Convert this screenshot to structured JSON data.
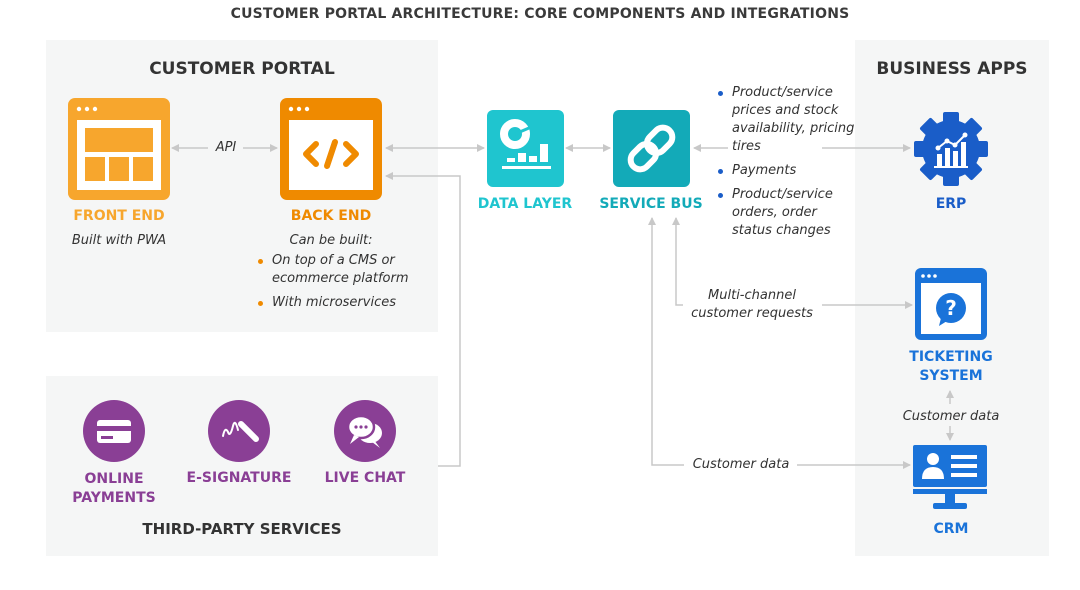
{
  "title": "CUSTOMER PORTAL ARCHITECTURE: CORE COMPONENTS AND INTEGRATIONS",
  "colors": {
    "front_end": "#f7a62d",
    "back_end": "#ef8a00",
    "data_layer": "#1fc5cf",
    "service_bus": "#13aab8",
    "business_apps": "#1a73d9",
    "third_party": "#8a3f95",
    "connector": "#c8c8c8"
  },
  "customer_portal": {
    "title": "CUSTOMER PORTAL",
    "api_label": "API",
    "front_end": {
      "icon": "web-layout-icon",
      "label": "FRONT END",
      "subtitle": "Built with PWA"
    },
    "back_end": {
      "icon": "code-window-icon",
      "label": "BACK END",
      "subtitle": "Can be built:",
      "bullets": [
        "On top of a CMS or ecommerce platform",
        "With microservices"
      ]
    }
  },
  "middle": {
    "data_layer": {
      "icon": "analytics-chart-icon",
      "label": "DATA LAYER"
    },
    "service_bus": {
      "icon": "link-chain-icon",
      "label": "SERVICE BUS"
    },
    "erp_flows": [
      "Product/service prices and stock availability, pricing tires",
      "Payments",
      "Product/service orders, order status changes"
    ],
    "ticketing_flow": "Multi-channel customer requests",
    "crm_flow": "Customer data"
  },
  "business_apps": {
    "title": "BUSINESS APPS",
    "erp": {
      "icon": "gear-chart-icon",
      "label": "ERP"
    },
    "ticketing": {
      "icon": "help-window-icon",
      "label_line1": "TICKETING",
      "label_line2": "SYSTEM"
    },
    "ticketing_crm_flow": "Customer data",
    "crm": {
      "icon": "monitor-contact-icon",
      "label": "CRM"
    }
  },
  "third_party": {
    "title": "THIRD-PARTY SERVICES",
    "services": [
      {
        "icon": "credit-card-icon",
        "line1": "ONLINE",
        "line2": "PAYMENTS"
      },
      {
        "icon": "signature-pen-icon",
        "line1": "E-SIGNATURE",
        "line2": ""
      },
      {
        "icon": "chat-bubbles-icon",
        "line1": "LIVE CHAT",
        "line2": ""
      }
    ]
  }
}
